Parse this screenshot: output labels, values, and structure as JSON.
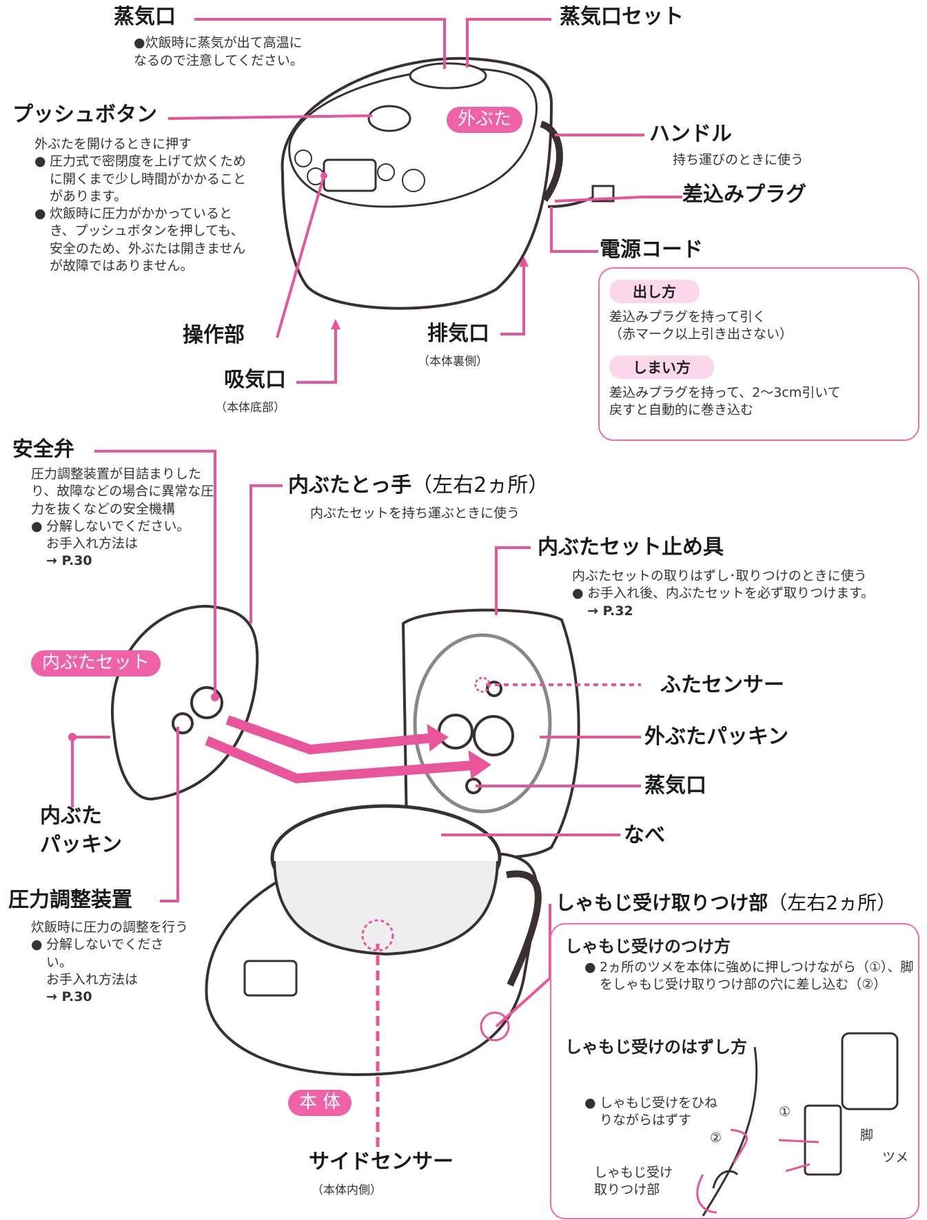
{
  "top": {
    "steam_vent": {
      "label": "蒸気口",
      "note": "●炊飯時に蒸気が出て高温に\nなるので注意してください。"
    },
    "steam_vent_set": {
      "label": "蒸気口セット"
    },
    "push_button": {
      "label": "プッシュボタン",
      "note": "外ぶたを開けるときに押す",
      "bullets": [
        "圧力式で密閉度を上げて炊くために開くまで少し時間がかかることがあります。",
        "炊飯時に圧力がかかっているとき、プッシュボタンを押しても、安全のため、外ぶたは開きませんが故障ではありません。"
      ]
    },
    "outer_lid_badge": "外ぶた",
    "handle": {
      "label": "ハンドル",
      "note": "持ち運びのときに使う"
    },
    "plug": {
      "label": "差込みプラグ"
    },
    "power_cord": {
      "label": "電源コード"
    },
    "control_panel": {
      "label": "操作部"
    },
    "exhaust": {
      "label": "排気口",
      "note": "（本体裏側）"
    },
    "intake": {
      "label": "吸気口",
      "note": "（本体底部）"
    }
  },
  "cord_box": {
    "pull_title": "出し方",
    "pull_text": "差込みプラグを持って引く\n（赤マーク以上引き出さない）",
    "store_title": "しまい方",
    "store_text": "差込みプラグを持って、2〜3cm引いて\n戻すと自動的に巻き込む"
  },
  "bottom": {
    "safety_valve": {
      "label": "安全弁",
      "note": "圧力調整装置が目詰まりしたり、故障などの場合に異常な圧力を抜くなどの安全機構",
      "bullet": "分解しないでください。",
      "ref_intro": "お手入れ方法は",
      "ref": "→ P.30"
    },
    "inner_lid_knob": {
      "label": "内ぶたとっ手",
      "paren": "（左右2ヵ所）",
      "note": "内ぶたセットを持ち運ぶときに使う"
    },
    "inner_lid_stopper": {
      "label": "内ぶたセット止め具",
      "note": "内ぶたセットの取りはずし･取りつけのときに使う",
      "bullet": "お手入れ後、内ぶたセットを必ず取りつけます。",
      "ref": "→ P.32"
    },
    "inner_lid_badge": "内ぶたセット",
    "lid_sensor": {
      "label": "ふたセンサー"
    },
    "outer_lid_packing": {
      "label": "外ぶたパッキン"
    },
    "steam_vent2": {
      "label": "蒸気口"
    },
    "inner_pot": {
      "label": "なべ"
    },
    "inner_lid_packing": {
      "label_line1": "内ぶた",
      "label_line2": "パッキン"
    },
    "pressure_regulator": {
      "label": "圧力調整装置",
      "note": "炊飯時に圧力の調整を行う",
      "bullet": "分解しないでください。",
      "ref_intro": "お手入れ方法は",
      "ref": "→ P.30"
    },
    "paddle_mount": {
      "label": "しゃもじ受け取りつけ部",
      "paren": "（左右2ヵ所）"
    },
    "body_badge": "本 体",
    "side_sensor": {
      "label": "サイドセンサー",
      "note": "（本体内側）"
    }
  },
  "paddle_box": {
    "attach_title": "しゃもじ受けのつけ方",
    "attach_text": "2ヵ所のツメを本体に強めに押しつけながら（①）、脚をしゃもじ受け取りつけ部の穴に差し込む（②）",
    "detach_title": "しゃもじ受けのはずし方",
    "detach_text": "しゃもじ受けをひねりながらはずす",
    "leg": "脚",
    "claw": "ツメ",
    "step1": "①",
    "step2": "②",
    "mount_label": "しゃもじ受け\n取りつけ部"
  },
  "colors": {
    "accent": "#e8559b",
    "chip": "#fbd9ea"
  }
}
